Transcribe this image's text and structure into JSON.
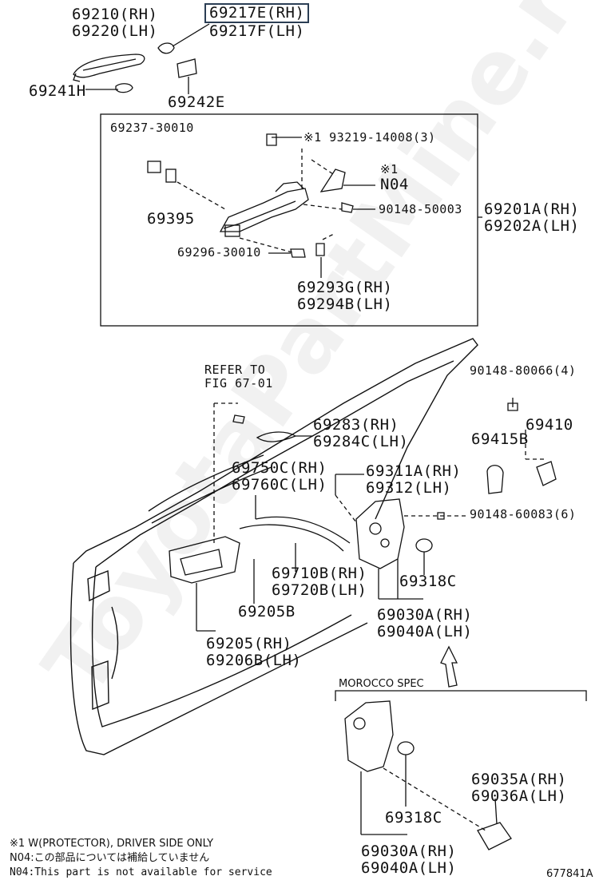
{
  "callouts": {
    "c69210": [
      "69210(RH)",
      "69220(LH)"
    ],
    "c69217": [
      "69217E(RH)",
      "69217F(LH)"
    ],
    "c69241": "69241H",
    "c69242": "69242E",
    "c69237": "69237-30010",
    "c93219": "※1 93219-14008(3)",
    "cN04": [
      "※1",
      "N04"
    ],
    "c90148a": "90148-50003",
    "c69201": [
      "69201A(RH)",
      "69202A(LH)"
    ],
    "c69395": "69395",
    "c69296": "69296-30010",
    "c69293": [
      "69293G(RH)",
      "69294B(LH)"
    ],
    "cRefer": [
      "REFER TO",
      "FIG 67-01"
    ],
    "c90148b": "90148-80066(4)",
    "c69410": "69410",
    "c69415": "69415B",
    "c69283": [
      "69283(RH)",
      "69284C(LH)"
    ],
    "c69750": [
      "69750C(RH)",
      "69760C(LH)"
    ],
    "c69311": [
      "69311A(RH)",
      "69312(LH)"
    ],
    "c90148c": "90148-60083(6)",
    "c69710": [
      "69710B(RH)",
      "69720B(LH)"
    ],
    "c69318a": "69318C",
    "c69205b": "69205B",
    "c69030a": [
      "69030A(RH)",
      "69040A(LH)"
    ],
    "c69205": [
      "69205(RH)",
      "69206B(LH)"
    ],
    "morocco": "MOROCCO SPEC",
    "c69035": [
      "69035A(RH)",
      "69036A(LH)"
    ],
    "c69318b": "69318C",
    "c69030b": [
      "69030A(RH)",
      "69040A(LH)"
    ]
  },
  "notes": {
    "n1": "※1 W(PROTECTOR), DRIVER SIDE ONLY",
    "n2": "N04:この部品については補給していません",
    "n3": "N04:This part is not available for service"
  },
  "figure_id": "677841A",
  "watermark": "ToyotaPartMine.ru"
}
